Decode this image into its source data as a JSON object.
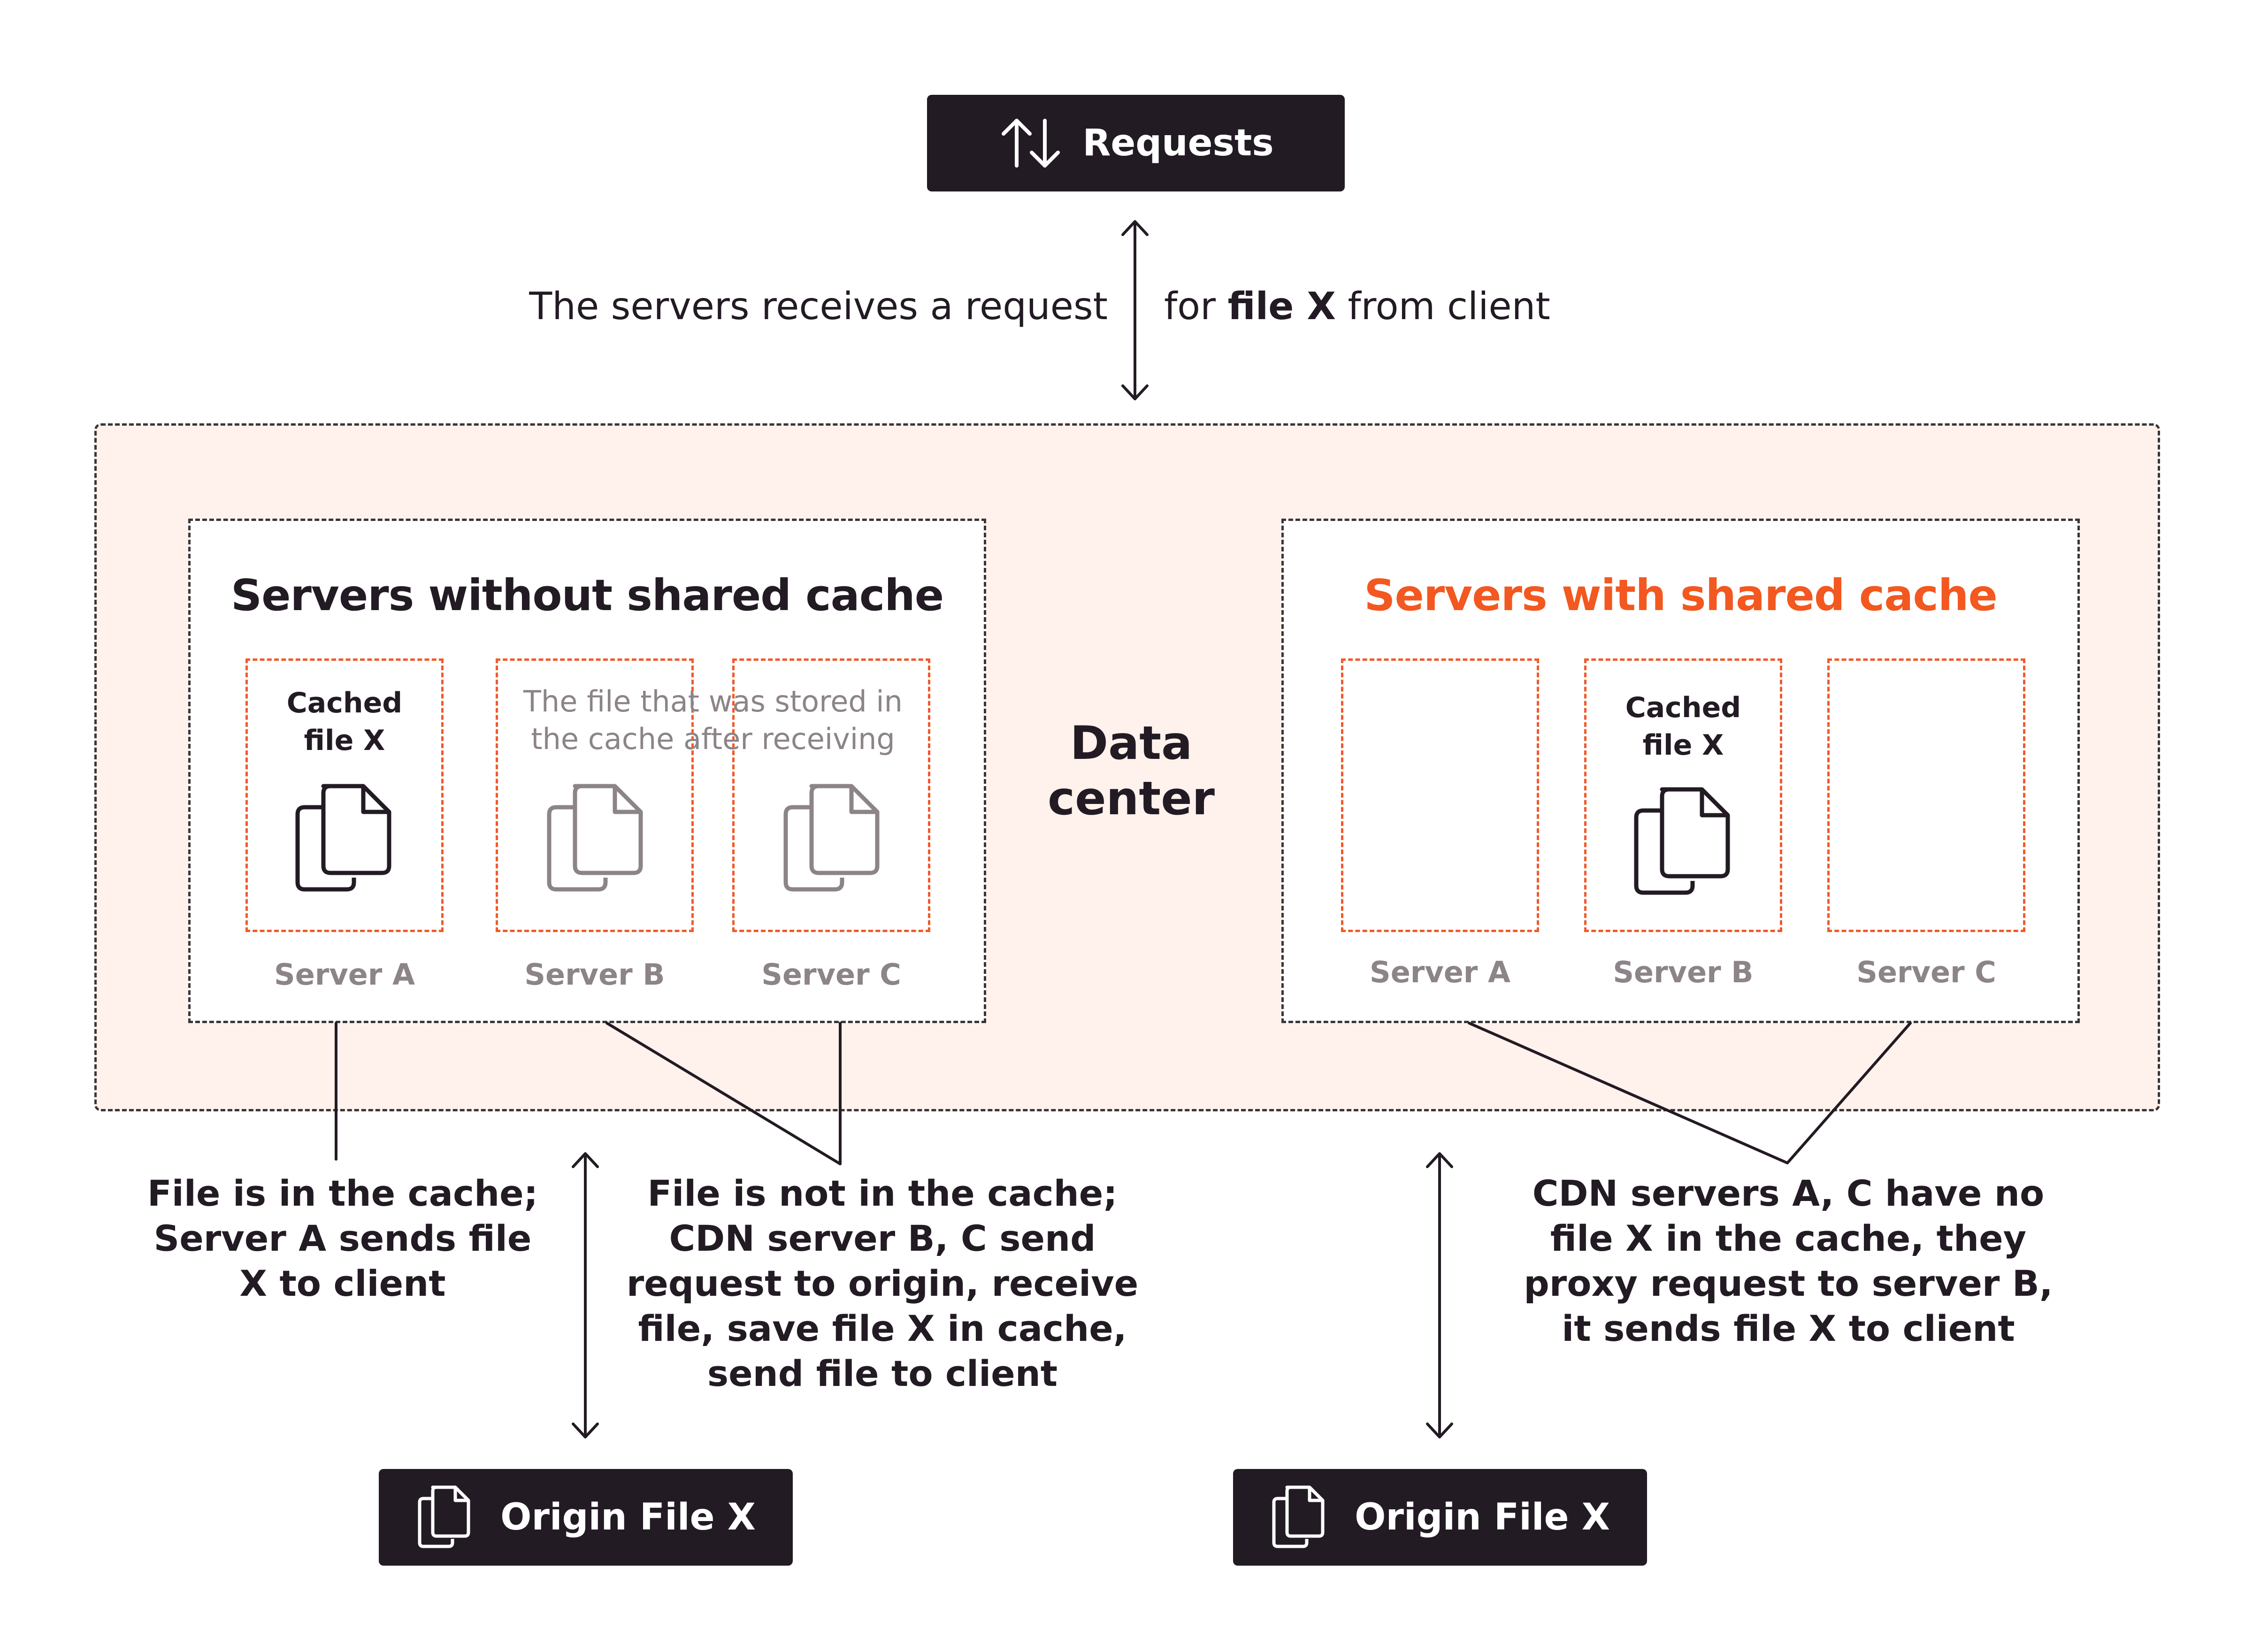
{
  "requests": {
    "label": "Requests",
    "icon": "arrows-up-down-icon"
  },
  "request_text": {
    "left": "The servers receives a request",
    "for": "for ",
    "file_x": "file X",
    "from_client": " from client"
  },
  "data_center": {
    "line1": "Data",
    "line2": "center"
  },
  "left_group": {
    "title": "Servers without shared cache",
    "cached_line1": "Cached",
    "cached_line2": "file X",
    "note_line1": "The file that was stored in",
    "note_line2": "the cache after receiving",
    "servers": [
      "Server A",
      "Server B",
      "Server C"
    ]
  },
  "right_group": {
    "title": "Servers with shared cache",
    "title_color": "#f2581f",
    "cached_line1": "Cached",
    "cached_line2": "file X",
    "servers": [
      "Server A",
      "Server B",
      "Server C"
    ]
  },
  "notes": {
    "server_a": [
      "File is in the cache;",
      "Server A sends file",
      "X to client"
    ],
    "server_bc": [
      "File is not in the cache;",
      "CDN server B, C send",
      "request to origin, receive",
      "file, save file X in cache,",
      "send file to client"
    ],
    "shared": [
      "CDN servers A, C have no",
      "file X in the cache, they",
      "proxy request to server B,",
      "it sends file X to client"
    ]
  },
  "origin_left": {
    "label": "Origin File X",
    "icon": "file-copy-icon"
  },
  "origin_right": {
    "label": "Origin File X",
    "icon": "file-copy-icon"
  },
  "colors": {
    "dark": "#231b24",
    "accent": "#f2581f",
    "background": "#fff2ec",
    "muted": "#8c8489"
  }
}
